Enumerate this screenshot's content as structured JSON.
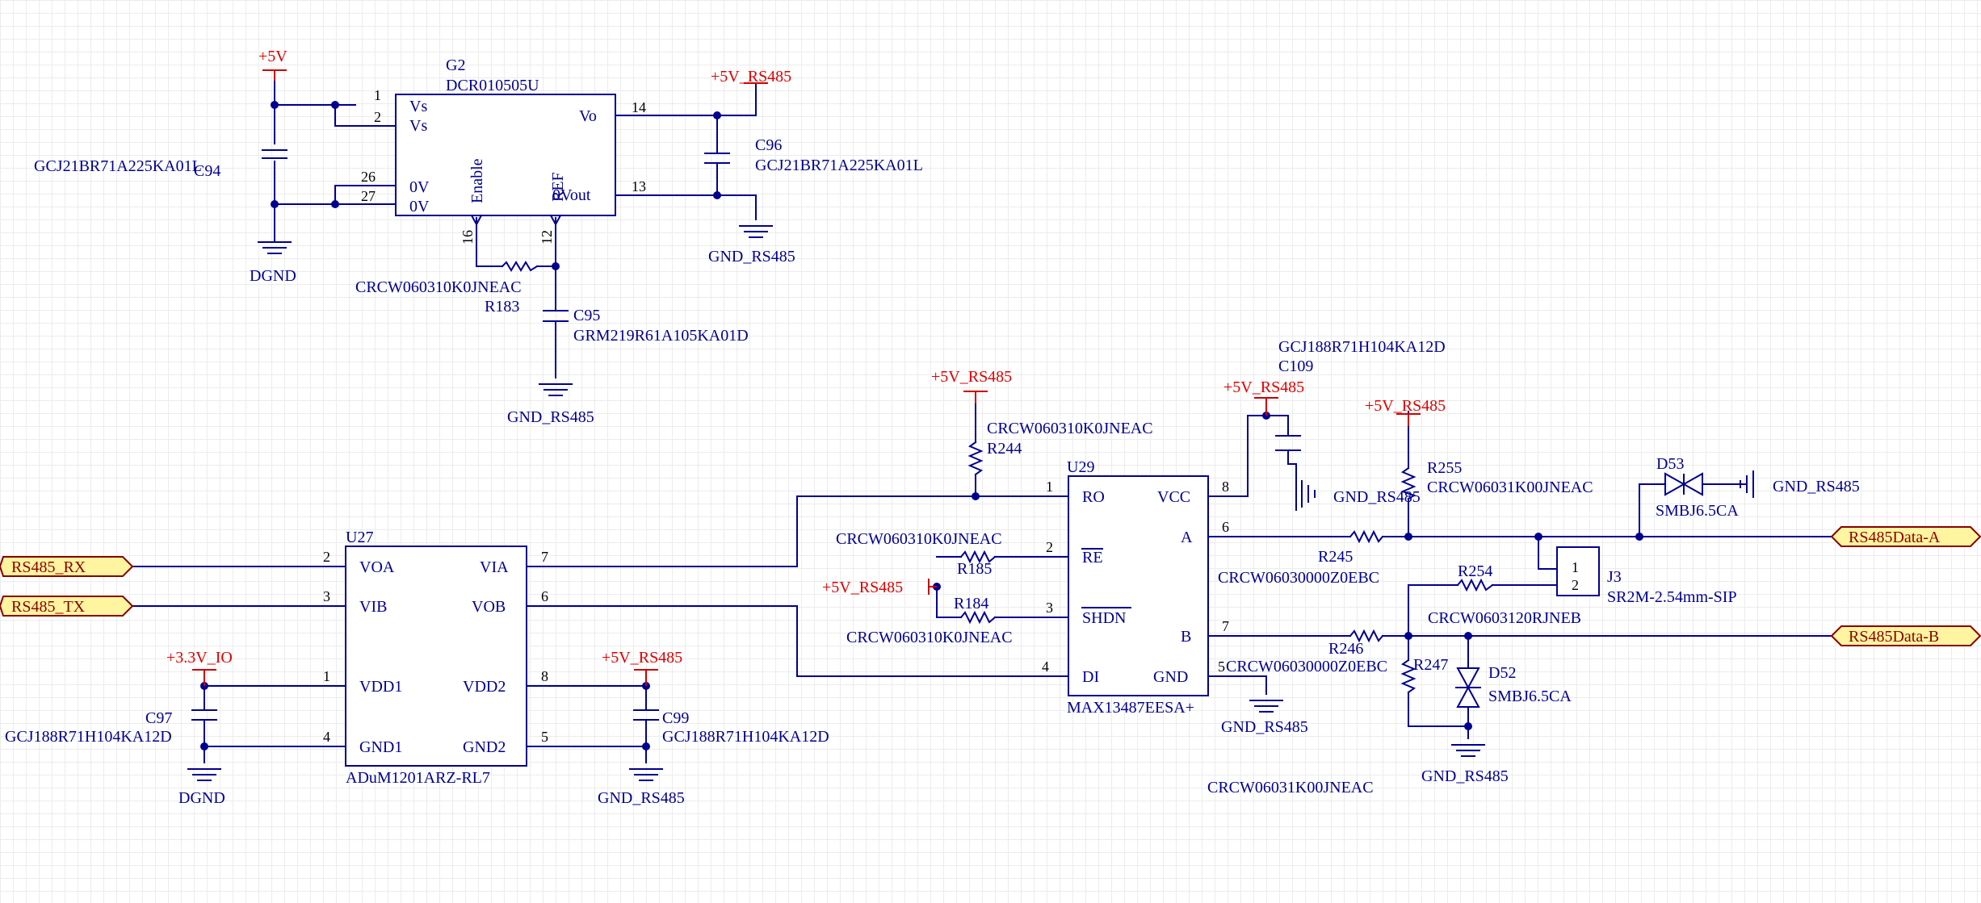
{
  "power": {
    "p5v": "+5V",
    "p5v_rs485": "+5V_RS485",
    "p3v3_io": "+3.3V_IO",
    "dgnd": "DGND",
    "gnd_rs485": "GND_RS485"
  },
  "ports": {
    "rs485_rx": "RS485_RX",
    "rs485_tx": "RS485_TX",
    "data_a": "RS485Data-A",
    "data_b": "RS485Data-B"
  },
  "g2": {
    "ref": "G2",
    "part": "DCR010505U",
    "pins": [
      "Vs",
      "Vs",
      "0V",
      "0V",
      "Vo",
      "0Vout",
      "Enable",
      "REF"
    ],
    "nums": [
      "1",
      "2",
      "26",
      "27",
      "14",
      "13",
      "16",
      "12"
    ]
  },
  "u27": {
    "ref": "U27",
    "part": "ADuM1201ARZ-RL7",
    "pins": [
      "VOA",
      "VIB",
      "VDD1",
      "GND1",
      "VIA",
      "VOB",
      "VDD2",
      "GND2"
    ],
    "nums": [
      "2",
      "3",
      "1",
      "4",
      "7",
      "6",
      "8",
      "5"
    ]
  },
  "u29": {
    "ref": "U29",
    "part": "MAX13487EESA+",
    "pins": [
      "RO",
      "RE",
      "SHDN",
      "DI",
      "VCC",
      "A",
      "B",
      "GND"
    ],
    "nums": [
      "1",
      "2",
      "3",
      "4",
      "8",
      "6",
      "7",
      "5"
    ]
  },
  "j3": {
    "ref": "J3",
    "part": "SR2M-2.54mm-SIP",
    "pins": [
      "1",
      "2"
    ]
  },
  "caps": {
    "c94": {
      "ref": "C94",
      "part": "GCJ21BR71A225KA01L"
    },
    "c95": {
      "ref": "C95",
      "part": "GRM219R61A105KA01D"
    },
    "c96": {
      "ref": "C96",
      "part": "GCJ21BR71A225KA01L"
    },
    "c97": {
      "ref": "C97",
      "part": "GCJ188R71H104KA12D"
    },
    "c99": {
      "ref": "C99",
      "part": "GCJ188R71H104KA12D"
    },
    "c109": {
      "ref": "C109",
      "part": "GCJ188R71H104KA12D"
    }
  },
  "resistors": {
    "r183": {
      "ref": "R183",
      "part": "CRCW060310K0JNEAC"
    },
    "r184": {
      "ref": "R184",
      "part": "CRCW060310K0JNEAC"
    },
    "r185": {
      "ref": "R185",
      "part": "CRCW060310K0JNEAC"
    },
    "r244": {
      "ref": "R244",
      "part": "CRCW060310K0JNEAC"
    },
    "r245": {
      "ref": "R245",
      "part": "CRCW06030000Z0EBC"
    },
    "r246": {
      "ref": "R246",
      "part": "CRCW06030000Z0EBC"
    },
    "r247": {
      "ref": "R247",
      "part": "CRCW06031K00JNEAC"
    },
    "r254": {
      "ref": "R254",
      "part": "CRCW0603120RJNEB"
    },
    "r255": {
      "ref": "R255",
      "part": "CRCW06031K00JNEAC"
    }
  },
  "diodes": {
    "d52": {
      "ref": "D52",
      "part": "SMBJ6.5CA"
    },
    "d53": {
      "ref": "D53",
      "part": "SMBJ6.5CA"
    }
  }
}
